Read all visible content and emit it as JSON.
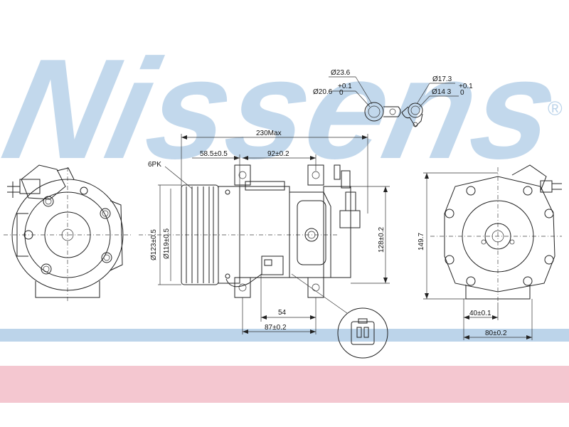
{
  "brand": {
    "watermark_text": "Nissens",
    "registered_mark": "®",
    "watermark_color": "#bcd4ea",
    "stripe_blue": "#bcd4ea",
    "stripe_pink": "#f4c7d0"
  },
  "dimensions": {
    "overall_length": "230Max",
    "pulley_type": "6PK",
    "front_offset": "58.5±0.5",
    "mount_spacing": "92±0.2",
    "pulley_outer_dia": "Ø123±0.5",
    "pulley_inner_dia": "Ø119±0.5",
    "height_right": "128±0.2",
    "bottom_inner": "54",
    "bottom_outer": "87±0.2",
    "right_height": "149.7",
    "right_bottom_inner": "40±0.1",
    "right_bottom_outer": "80±0.2"
  },
  "ports": {
    "large_outer": "Ø23.6",
    "large_inner_base": "Ø20.6",
    "large_tol_top": "+0.1",
    "large_tol_bottom": "0",
    "small_outer": "Ø17.3",
    "small_inner_base": "Ø14 3",
    "small_tol_top": "+0.1",
    "small_tol_bottom": "0"
  }
}
